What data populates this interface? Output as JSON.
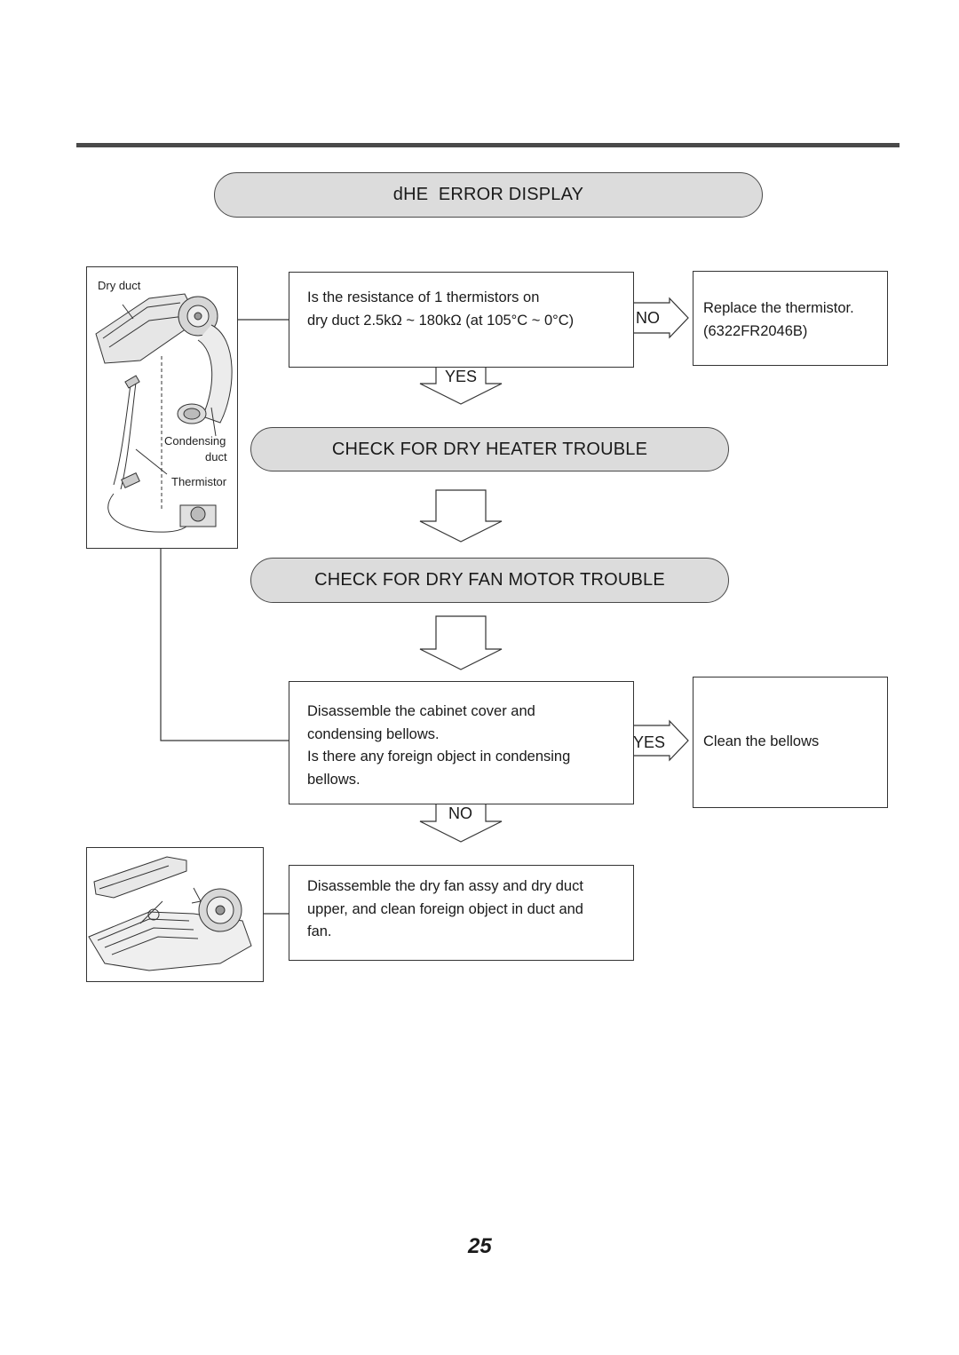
{
  "header": {
    "title": "dHE  ERROR DISPLAY"
  },
  "figure1": {
    "labels": [
      "Dry duct",
      "Condensing",
      "duct",
      "Thermistor"
    ]
  },
  "step1": {
    "question_lines": [
      "Is the resistance of 1 thermistors on",
      "dry duct 2.5kΩ ~ 180kΩ (at 105°C  ~ 0°C)"
    ],
    "no_label": "NO",
    "yes_label": "YES",
    "action_lines": [
      "Replace the thermistor.",
      "(6322FR2046B)"
    ]
  },
  "check_heater": {
    "title": "CHECK FOR DRY HEATER TROUBLE"
  },
  "check_fan": {
    "title": "CHECK FOR DRY FAN MOTOR TROUBLE"
  },
  "step2": {
    "question_lines": [
      "Disassemble the cabinet cover and",
      "condensing bellows.",
      "Is there any foreign object in condensing",
      "bellows."
    ],
    "yes_label": "YES",
    "no_label": "NO",
    "action": "Clean the bellows"
  },
  "step3": {
    "lines": [
      "Disassemble the dry fan assy and dry duct",
      "upper, and clean foreign object in duct and",
      "fan."
    ]
  },
  "page_number": "25"
}
